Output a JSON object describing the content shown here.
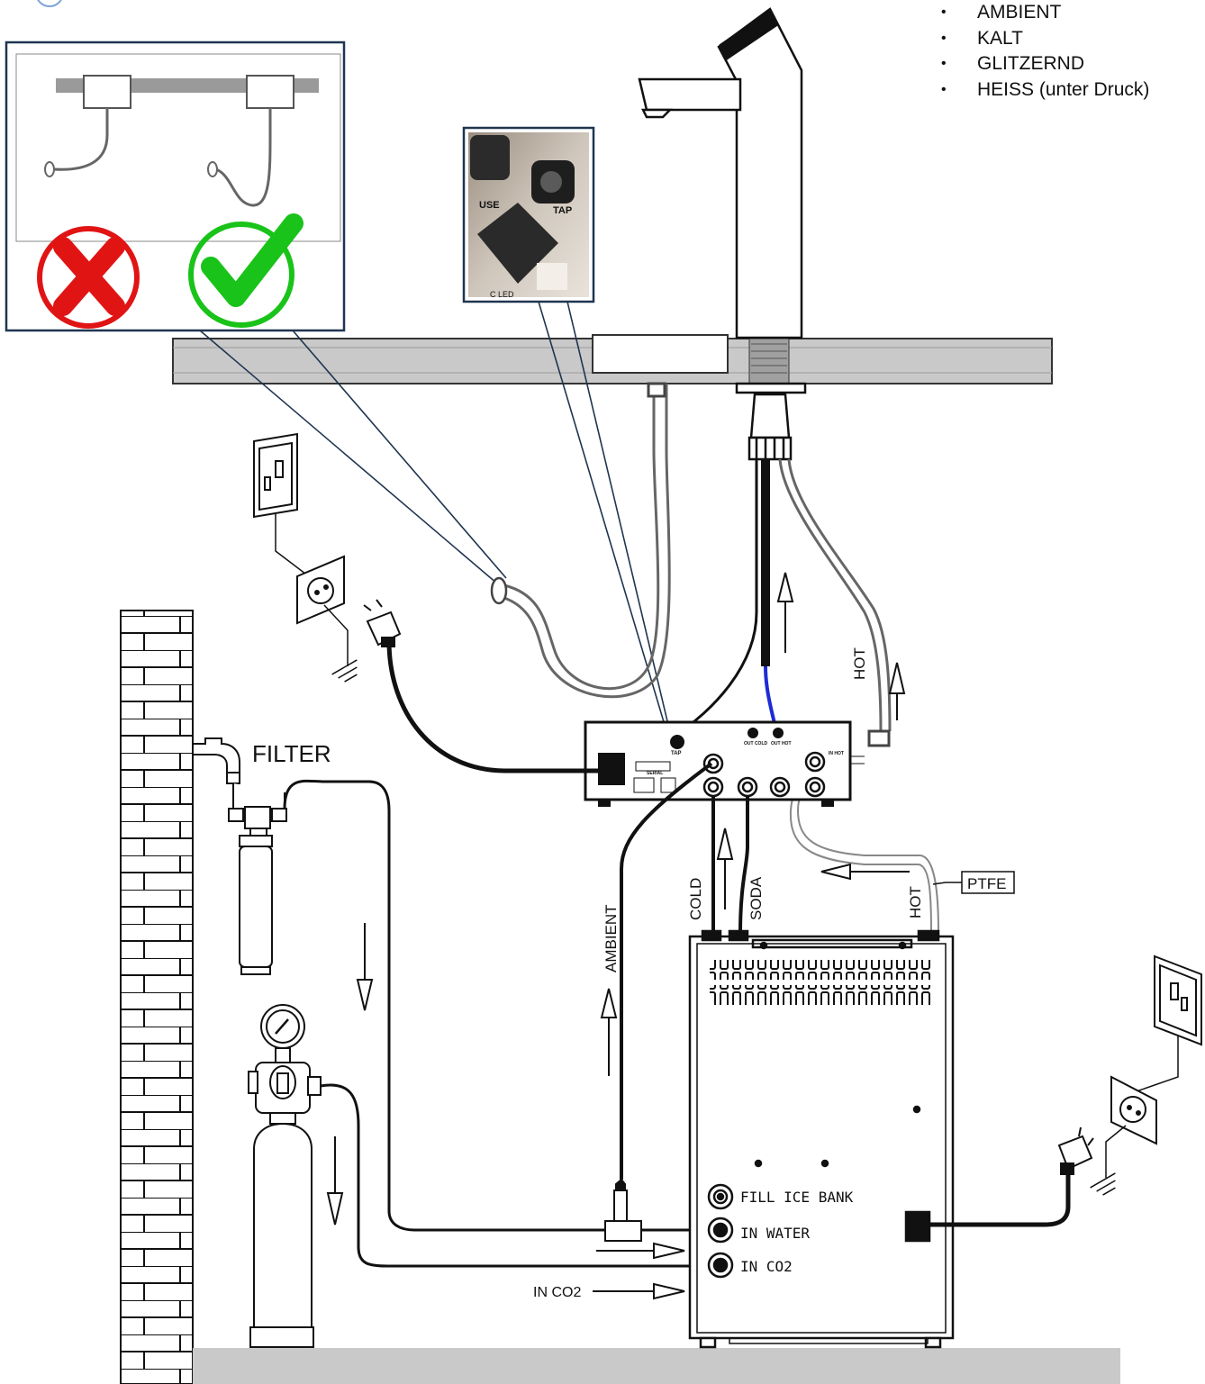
{
  "modes": [
    {
      "label": "AMBIENT"
    },
    {
      "label": "KALT"
    },
    {
      "label": "GLITZERND"
    },
    {
      "label": "HEISS (unter Druck)"
    }
  ],
  "inset_photo": {
    "text_use": "USE",
    "text_tap": "TAP",
    "text_led": "C LED"
  },
  "labels": {
    "filter": "FILTER",
    "ambient": "AMBIENT",
    "cold": "COLD",
    "soda": "SODA",
    "hot_unit": "HOT",
    "hot_line": "HOT",
    "ptfe": "PTFE",
    "fill_ice_bank": "FILL ICE BANK",
    "in_water": "IN WATER",
    "in_co2": "IN CO2",
    "in_co2_arrow": "IN CO2"
  },
  "control_box": {
    "tap": "TAP",
    "out_cold": "OUT COLD",
    "out_hot": "OUT HOT",
    "in_hot": "IN HOT",
    "serial": "SERIAL"
  },
  "colors": {
    "line": "#111111",
    "counter": "#c8c8c8",
    "blue_hose": "#1d2bd6",
    "inset_border": "#1f3550",
    "wrong": "#e11414",
    "right": "#19c319"
  },
  "icons": [
    "info-circle-icon",
    "cross-icon",
    "check-icon",
    "wall-switch-icon",
    "socket-icon",
    "plug-icon",
    "ground-icon",
    "arrow-up-icon",
    "arrow-down-icon",
    "arrow-left-icon",
    "arrow-right-icon"
  ]
}
